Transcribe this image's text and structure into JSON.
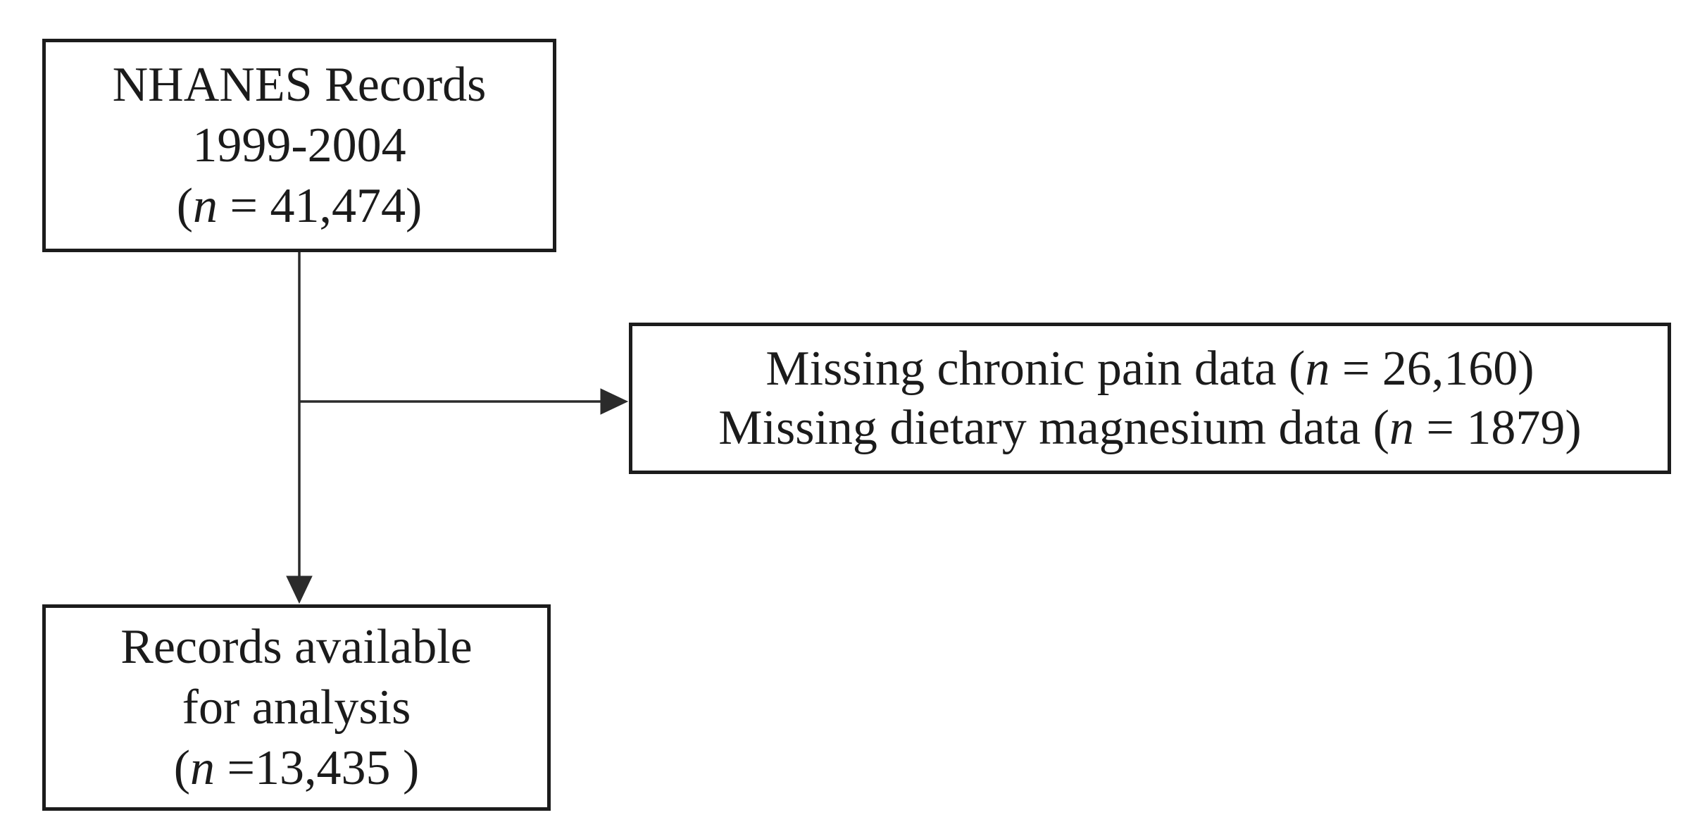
{
  "figure": {
    "type": "flow-diagram",
    "description": "Participant selection flowchart"
  },
  "boxes": {
    "top": {
      "lines": [
        {
          "pre": "NHANES Records",
          "n": "",
          "post": ""
        },
        {
          "pre": "1999-2004",
          "n": "",
          "post": ""
        },
        {
          "pre": "(",
          "n": "n",
          "post": " = 41,474)"
        }
      ]
    },
    "side": {
      "lines": [
        {
          "pre": "Missing chronic pain data (",
          "n": "n",
          "post": " = 26,160)"
        },
        {
          "pre": "Missing dietary magnesium data (",
          "n": "n",
          "post": " = 1879)"
        }
      ]
    },
    "bottom": {
      "lines": [
        {
          "pre": "Records available",
          "n": "",
          "post": ""
        },
        {
          "pre": "for analysis",
          "n": "",
          "post": ""
        },
        {
          "pre": "(",
          "n": "n",
          "post": " =13,435 )"
        }
      ]
    }
  },
  "counts": {
    "total_records": "41,474",
    "missing_chronic_pain": "26,160",
    "missing_dietary_magnesium": "1879",
    "available_for_analysis": "13,435"
  },
  "colors": {
    "background": "#ffffff",
    "text": "#1b1b1b",
    "border": "#1c1c1c",
    "connector": "#2b2b2b"
  }
}
